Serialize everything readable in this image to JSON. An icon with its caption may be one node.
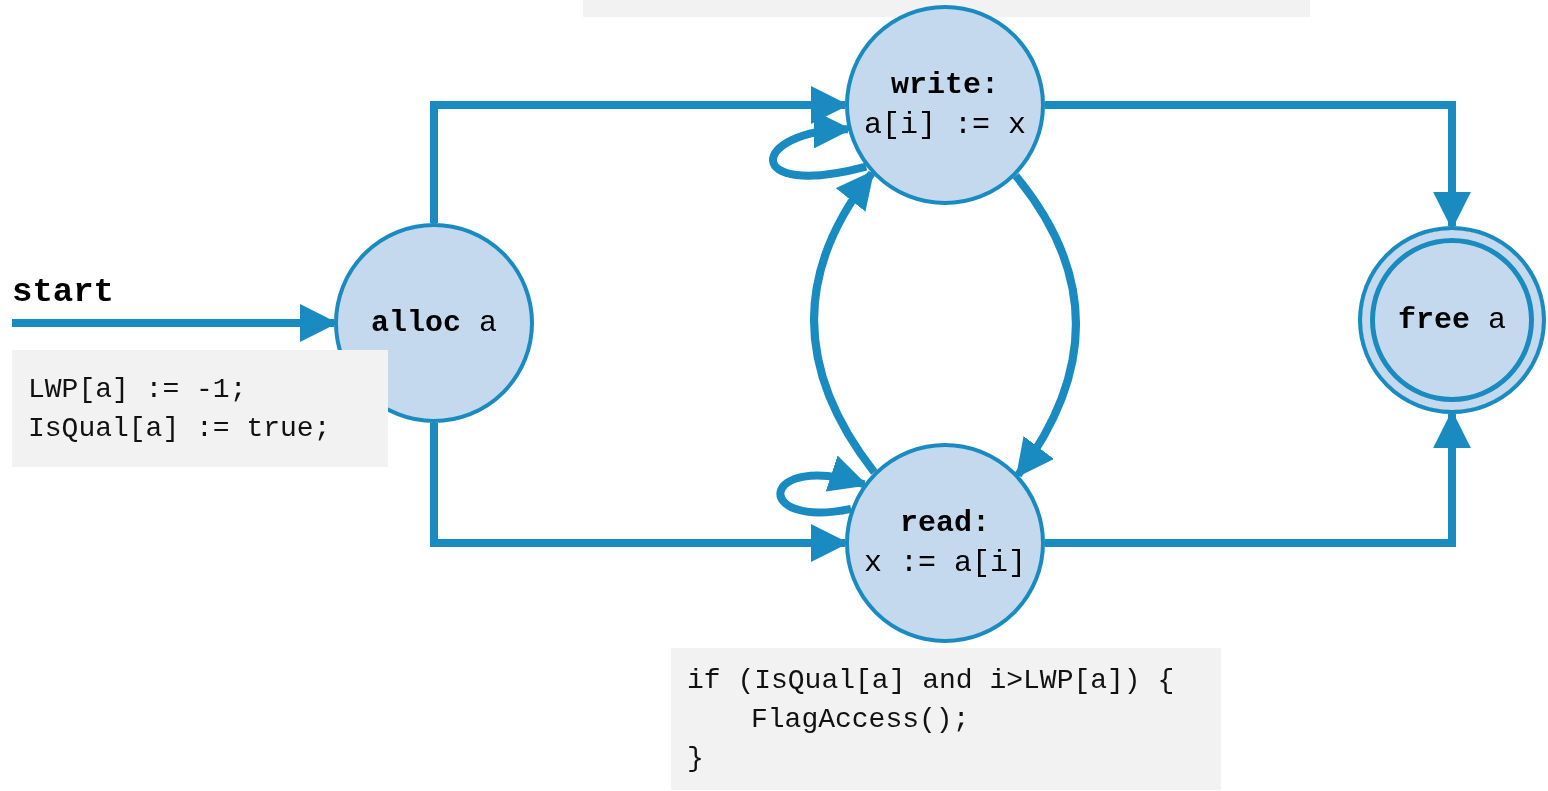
{
  "diagram": {
    "nodes": [
      {
        "text": [],
        "shape": "box"
      },
      {
        "text": [
          "write:",
          "a[i] := x"
        ]
      },
      {
        "text": [
          "**alloc** a"
        ]
      },
      {
        "text": [
          "LWP[a] := -1;",
          "IsQual[a] := true;"
        ]
      },
      {
        "text": [
          "**free** a"
        ]
      },
      {
        "text": [
          "read:",
          "x := a[i]"
        ]
      },
      {
        "text": [
          "if (IsQual[a] and i>LWP[a]) {",
          "FlagAccess();",
          "}"
        ]
      }
    ],
    "edges": [
      {
        "from": null,
        "to": 2,
        "arrow": "to",
        "label": "start"
      },
      {
        "from": 2,
        "to": 1,
        "arrow": "to"
      },
      {
        "from": 2,
        "to": 5,
        "arrow": "to"
      },
      {
        "from": 1,
        "to": 1,
        "arrow": "to"
      },
      {
        "from": 5,
        "to": 5,
        "arrow": "to"
      },
      {
        "from": 1,
        "to": 5,
        "arrow": "to"
      },
      {
        "from": 5,
        "to": 1,
        "arrow": "to"
      },
      {
        "from": 1,
        "to": 4,
        "arrow": "to"
      },
      {
        "from": 5,
        "to": 4,
        "arrow": "to"
      }
    ]
  }
}
